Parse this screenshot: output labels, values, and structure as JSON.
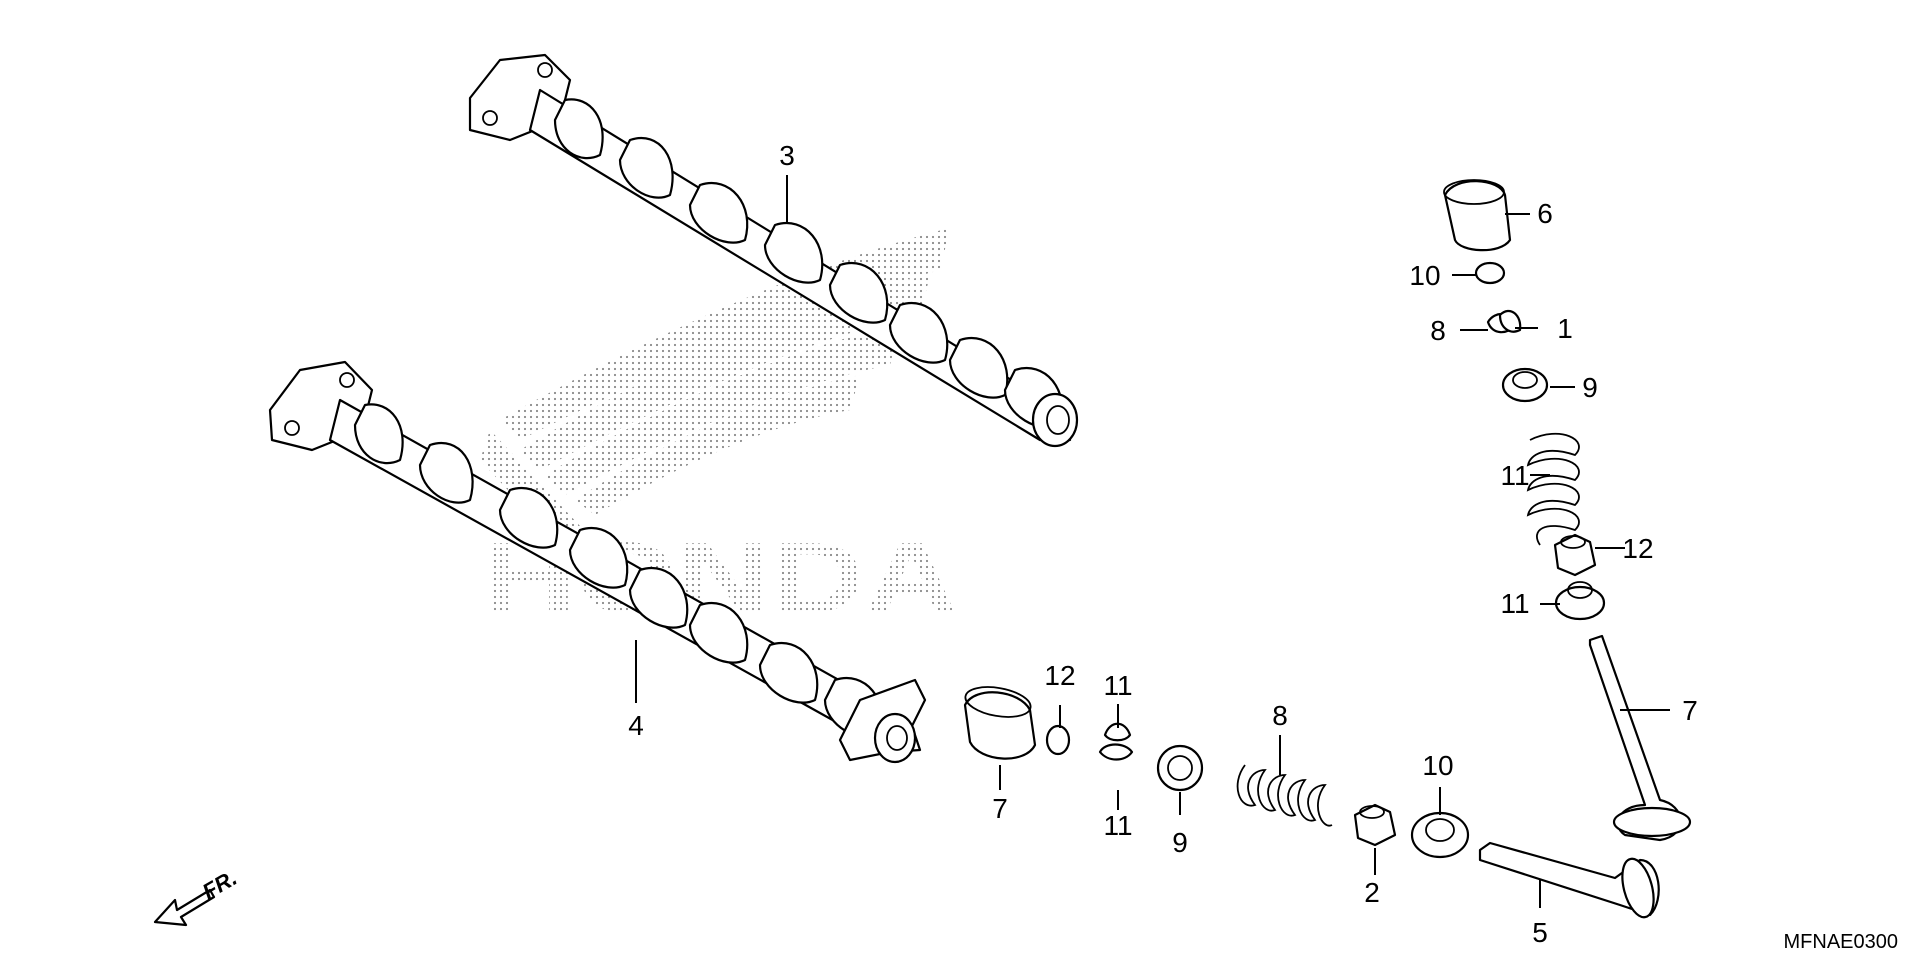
{
  "diagram": {
    "code": "MFNAE0300",
    "front_label": "FR.",
    "watermark": "HONDA",
    "callouts": [
      {
        "id": "c3",
        "label": "3"
      },
      {
        "id": "c4",
        "label": "4"
      },
      {
        "id": "c7a",
        "label": "7"
      },
      {
        "id": "c12a",
        "label": "12"
      },
      {
        "id": "c11a",
        "label": "11"
      },
      {
        "id": "c11b",
        "label": "11"
      },
      {
        "id": "c9a",
        "label": "9"
      },
      {
        "id": "c8a",
        "label": "8"
      },
      {
        "id": "c2",
        "label": "2"
      },
      {
        "id": "c10a",
        "label": "10"
      },
      {
        "id": "c5",
        "label": "5"
      },
      {
        "id": "c7b",
        "label": "7"
      },
      {
        "id": "c12b",
        "label": "12"
      },
      {
        "id": "c11c",
        "label": "11"
      },
      {
        "id": "c11d",
        "label": "11"
      },
      {
        "id": "c9b",
        "label": "9"
      },
      {
        "id": "c8b",
        "label": "8"
      },
      {
        "id": "c1",
        "label": "1"
      },
      {
        "id": "c10b",
        "label": "10"
      },
      {
        "id": "c6",
        "label": "6"
      }
    ]
  }
}
